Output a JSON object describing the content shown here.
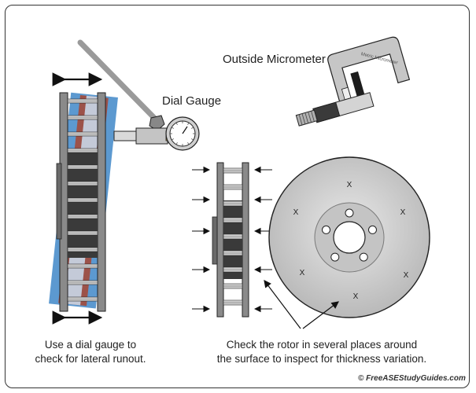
{
  "labels": {
    "dial_gauge": "Dial Gauge",
    "outside_micrometer": "Outside Micrometer",
    "micrometer_engraving": "Metric Micrometer",
    "caption_left_line1": "Use a dial gauge to",
    "caption_left_line2": "check for lateral runout.",
    "caption_right_line1": "Check the rotor in several places around",
    "caption_right_line2": "the surface to inspect for thickness variation.",
    "rotor_mark": "X",
    "credit": "© FreeASEStudyGuides.com"
  },
  "colors": {
    "rotor_dark": "#3a3a3a",
    "rotor_frame": "#8a8a8a",
    "metal_light": "#d9d9d9",
    "accent_blue": "#3f87c8",
    "accent_red": "#a34a3a",
    "outline": "#222222"
  }
}
